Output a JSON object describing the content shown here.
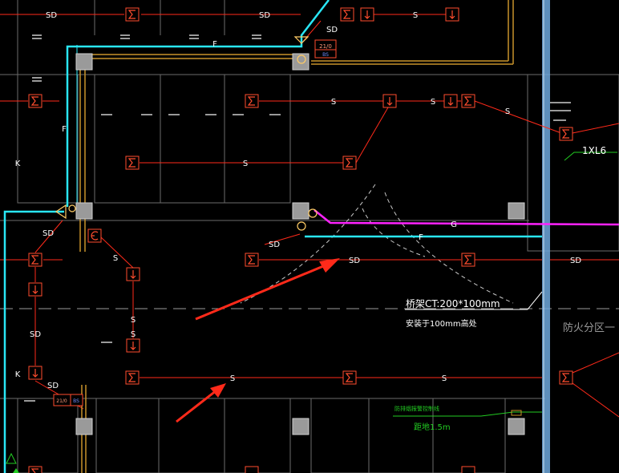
{
  "colors": {
    "background": "#000000",
    "wiring": "#ff2a1a",
    "symbol": "#ff4d2e",
    "symbol_text": "#ff9a7a",
    "wire_label": "#ffffff",
    "cable_tray": "#c8922a",
    "cyan_pipe": "#29e6f5",
    "magenta_pipe": "#ff22ff",
    "grid_gray": "#8a8a8a",
    "column_fill": "#9a9a9a",
    "annotation": "#ffffff",
    "green_note": "#22cc22",
    "red_arrow": "#ff2a1a",
    "blue_band": "#6fa8dc"
  },
  "labels": {
    "wire_s": "S",
    "wire_sd": "SD",
    "wire_f": "F",
    "wire_g": "G",
    "device_box": "21/0",
    "device_sub": "BS",
    "grid_k": "K",
    "tray_spec": "桥架CT:200*100mm",
    "tray_note": "安装于100mm高处",
    "fire_zone": "防火分区一",
    "panel_tag": "1XL6",
    "green_note_1": "防排烟报警控制线",
    "green_note_2": "距地1.5m"
  }
}
